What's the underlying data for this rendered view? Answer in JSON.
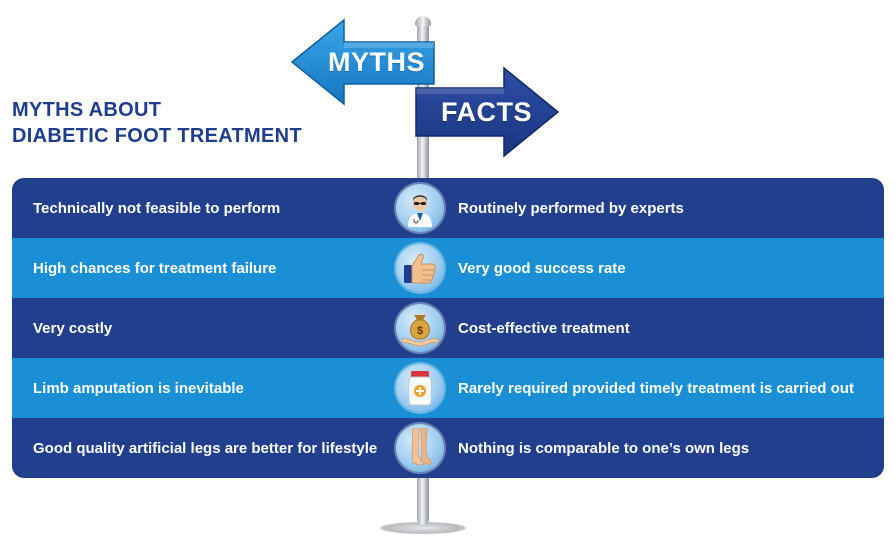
{
  "title": {
    "line1": "MYTHS ABOUT",
    "line2": "DIABETIC FOOT TREATMENT"
  },
  "signs": {
    "left": "MYTHS",
    "right": "FACTS"
  },
  "colors": {
    "title": "#1e3d8f",
    "row_dark": "#223f8e",
    "row_light": "#1a8fd6",
    "sign_left": "#1f8ad0",
    "sign_right": "#223f8e"
  },
  "rows": [
    {
      "myth": "Technically not feasible to perform",
      "fact": "Routinely performed by experts",
      "icon": "doctor-icon"
    },
    {
      "myth": "High chances for treatment failure",
      "fact": "Very good success rate",
      "icon": "thumbs-up-icon"
    },
    {
      "myth": "Very costly",
      "fact": "Cost-effective treatment",
      "icon": "money-bag-icon"
    },
    {
      "myth": "Limb amputation is inevitable",
      "fact": "Rarely required  provided timely treatment is carried out",
      "icon": "medical-bottle-icon"
    },
    {
      "myth": "Good quality artificial legs are better for lifestyle",
      "fact": "Nothing is comparable to one’s own legs",
      "icon": "legs-icon"
    }
  ]
}
